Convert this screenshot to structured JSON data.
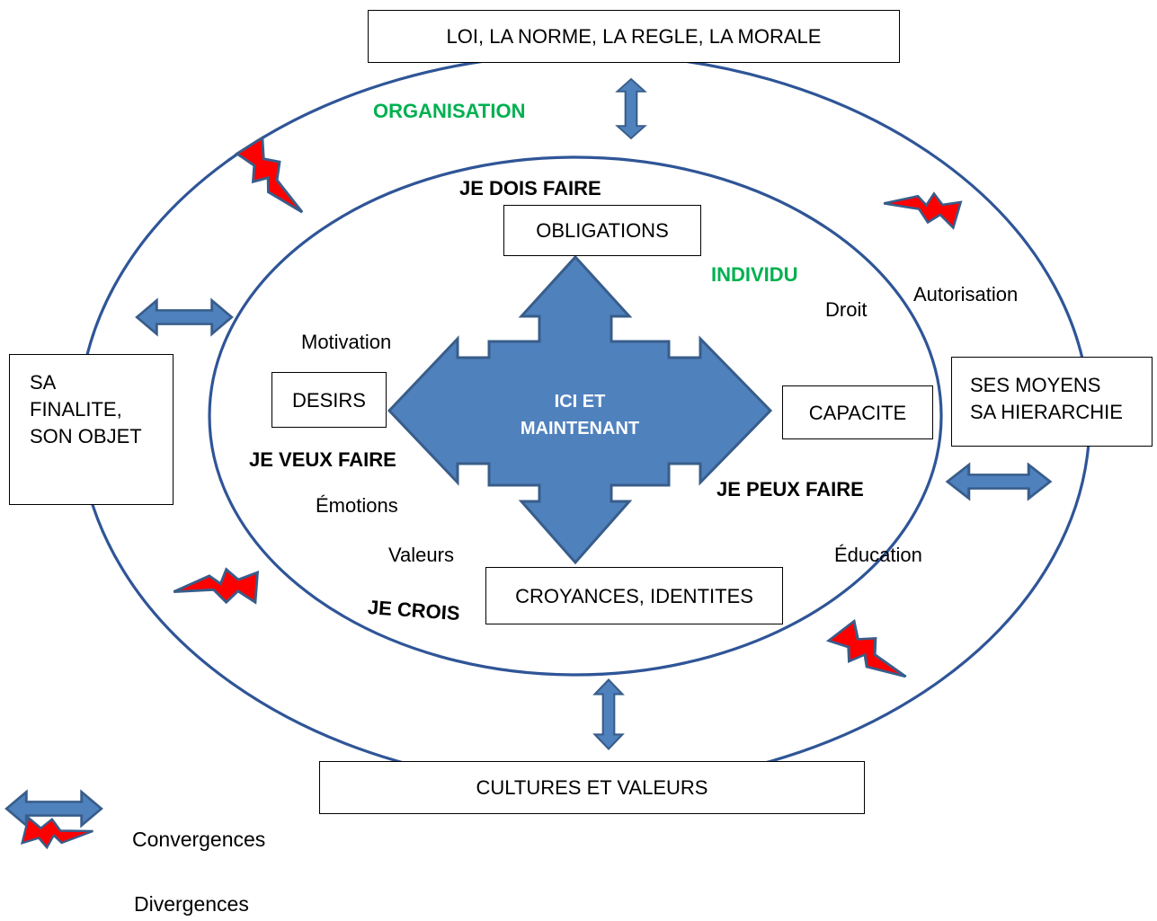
{
  "top_box": "LOI, LA NORME, LA REGLE, LA MORALE",
  "bottom_box": "CULTURES ET VALEURS",
  "left_box_lines": [
    "SA",
    "FINALITE,",
    "SON OBJET"
  ],
  "right_box_lines": [
    "SES MOYENS",
    "SA HIERARCHIE"
  ],
  "organisation_label": "ORGANISATION",
  "individu_label": "INDIVIDU",
  "center_lines": [
    "ICI ET",
    "MAINTENANT"
  ],
  "obligations_box": "OBLIGATIONS",
  "desirs_box": "DESIRS",
  "capacite_box": "CAPACITE",
  "croyances_box": "CROYANCES, IDENTITES",
  "je_dois_faire": "JE DOIS FAIRE",
  "je_veux_faire": "JE VEUX FAIRE",
  "je_peux_faire": "JE PEUX FAIRE",
  "je_crois": "JE CROIS",
  "motivation": "Motivation",
  "emotions": "Émotions",
  "valeurs": "Valeurs",
  "droit": "Droit",
  "autorisation": "Autorisation",
  "education": "Éducation",
  "legend": {
    "convergences": "Convergences",
    "divergences": "Divergences"
  },
  "colors": {
    "ring_stroke": "#2f5597",
    "arrow_fill": "#4f81bd",
    "arrow_stroke": "#385d8a",
    "lightning_fill": "#ff0000",
    "green_text": "#00b050"
  }
}
